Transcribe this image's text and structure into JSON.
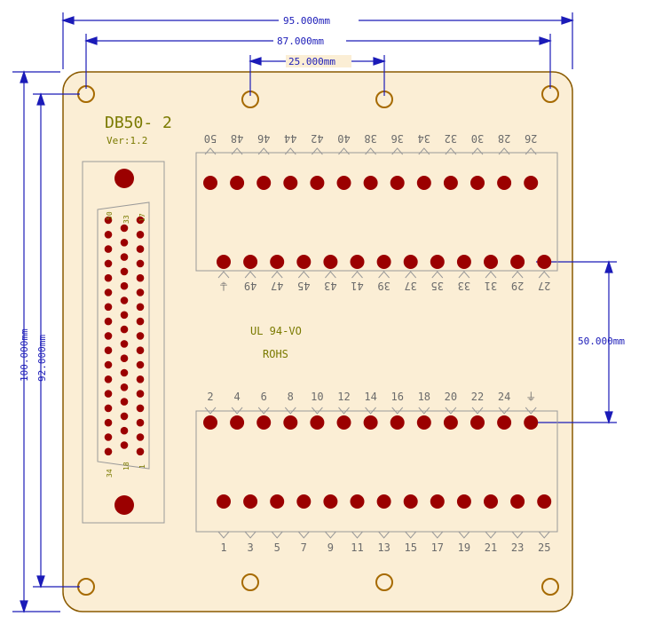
{
  "dimensions": {
    "top_outer": "95.000mm",
    "top_inner": "87.000mm",
    "top_short": "25.000mm",
    "left_outer": "100.000mm",
    "left_inner": "92.000mm",
    "right_gap": "50.000mm"
  },
  "silkscreen": {
    "board_name": "DB50- 2",
    "version": "Ver:1.2",
    "material": "UL 94-VO",
    "compliance": "ROHS",
    "db_pin_labels": [
      "50",
      "33",
      "17",
      "34",
      "18",
      "1"
    ]
  },
  "top_terminal": {
    "upper_labels": [
      "50",
      "48",
      "46",
      "44",
      "42",
      "40",
      "38",
      "36",
      "34",
      "32",
      "30",
      "28",
      "26"
    ],
    "lower_labels": [
      "⏚",
      "49",
      "47",
      "45",
      "43",
      "41",
      "39",
      "37",
      "35",
      "33",
      "31",
      "29",
      "27"
    ]
  },
  "bottom_terminal": {
    "upper_labels": [
      "2",
      "4",
      "6",
      "8",
      "10",
      "12",
      "14",
      "16",
      "18",
      "20",
      "22",
      "24",
      "⏚"
    ],
    "lower_labels": [
      "1",
      "3",
      "5",
      "7",
      "9",
      "11",
      "13",
      "15",
      "17",
      "19",
      "21",
      "23",
      "25"
    ]
  },
  "colors": {
    "board": "#fbeed5",
    "outline": "#8a5a00",
    "pad": "#9b0000",
    "dimension": "#1b1bb8",
    "silk": "#7a7a00"
  }
}
